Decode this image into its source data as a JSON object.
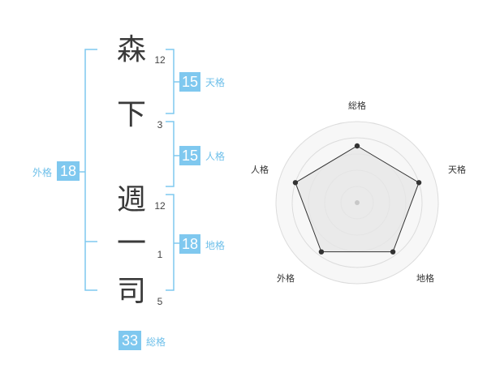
{
  "name": {
    "chars": [
      {
        "char": "森",
        "strokes": "12"
      },
      {
        "char": "下",
        "strokes": "3"
      },
      {
        "char": "週",
        "strokes": "12"
      },
      {
        "char": "一",
        "strokes": "1"
      },
      {
        "char": "司",
        "strokes": "5"
      }
    ]
  },
  "kakusu": {
    "tenkaku": {
      "label": "天格",
      "value": "15"
    },
    "jinkaku": {
      "label": "人格",
      "value": "15"
    },
    "chikaku": {
      "label": "地格",
      "value": "18"
    },
    "gaikaku": {
      "label": "外格",
      "value": "18"
    },
    "soukaku": {
      "label": "総格",
      "value": "33"
    }
  },
  "radar": {
    "axes": [
      "総格",
      "天格",
      "地格",
      "外格",
      "人格"
    ],
    "values": [
      0.7,
      0.8,
      0.75,
      0.75,
      0.8
    ],
    "line_color": "#333333",
    "fill_color": "#e6e6e6"
  },
  "colors": {
    "accent": "#7fc8ef",
    "bracket": "#7fc8ef",
    "text": "#3a3a3a"
  }
}
